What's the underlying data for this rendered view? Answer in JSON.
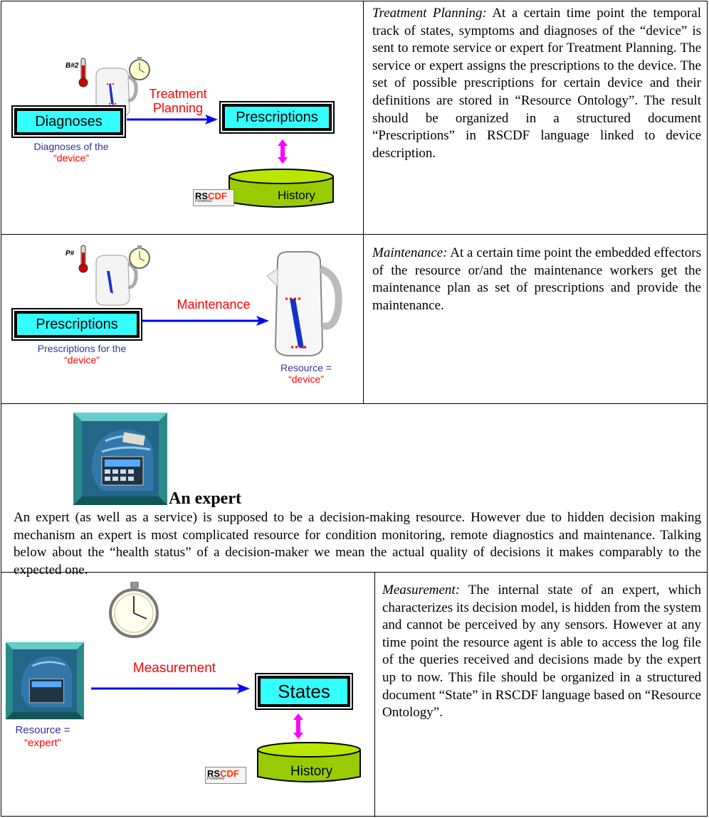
{
  "row1": {
    "heading": "Treatment Planning:",
    "body": " At a certain time point the temporal track of states, symptoms and diagnoses of the “device” is sent to remote service or expert for Treatment Planning. The service or expert assigns the prescriptions to the device. The set of possible prescriptions for certain device and their definitions are stored in “Resource Ontology”. The result should be organized in a structured document “Prescriptions” in RSCDF language linked to device description.",
    "diagram": {
      "sensor_tag": "B#2",
      "source_box": "Diagnoses",
      "source_caption_1": "Diagnoses of the",
      "source_caption_2": "“device”",
      "arrow_label_1": "Treatment",
      "arrow_label_2": "Planning",
      "target_box": "Prescriptions",
      "db_label": "History",
      "logo_text_a": "RS",
      "logo_text_b": "CDF",
      "logo_sub": "Powered"
    }
  },
  "row2": {
    "heading": "Maintenance:",
    "body": " At a certain time point the embedded effectors of the resource or/and the maintenance workers get the maintenance plan as set of prescriptions and provide the maintenance.",
    "diagram": {
      "sensor_tag": "P#",
      "source_box": "Prescriptions",
      "source_caption_1": "Prescriptions for the",
      "source_caption_2": "“device”",
      "arrow_label": "Maintenance",
      "target_caption_1": "Resource =",
      "target_caption_2": "“device”"
    }
  },
  "row3": {
    "title": "An expert",
    "body": "An expert (as well as a service) is supposed to be a decision-making resource. However due to hidden decision making mechanism an expert is most complicated resource for condition monitoring, remote diagnostics and maintenance. Talking below about the “health status” of a decision-maker we mean the actual quality of decisions it makes comparably to the expected one."
  },
  "row4": {
    "heading": "Measurement:",
    "body": " The internal state of an expert, which characterizes its decision model, is hidden from the system and cannot be perceived by any sensors. However at any time point the resource agent is able to access the log file of the queries received and decisions made by the expert up to now. This file should be organized in a structured document “State” in RSCDF language based on “Resource Ontology”.",
    "diagram": {
      "arrow_label": "Measurement",
      "target_box": "States",
      "source_caption_1": "Resource =",
      "source_caption_2": "“expert”",
      "db_label": "History",
      "logo_text_a": "RS",
      "logo_text_b": "CDF",
      "logo_sub": "Powered"
    }
  },
  "colors": {
    "box_fill": "#33ffff",
    "db_fill": "#99cc00",
    "arrow": "#0000ff",
    "label_red": "#ff0000",
    "caption_blue": "#333399",
    "double_arrow": "#ff00ff"
  }
}
